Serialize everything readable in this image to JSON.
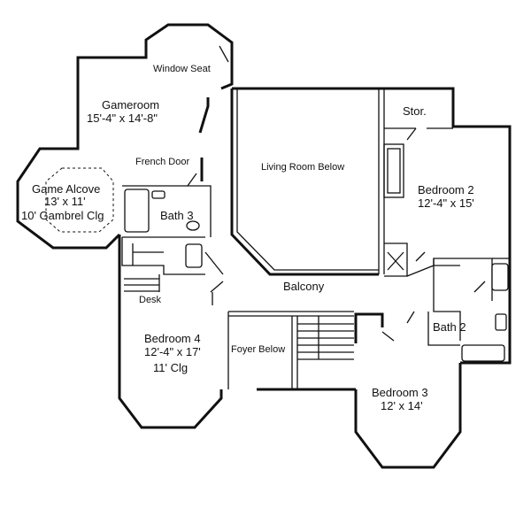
{
  "rooms": {
    "gameroom": {
      "name": "Gameroom",
      "size": "15'-4\" x 14'-8\""
    },
    "window_seat": "Window Seat",
    "game_alcove": {
      "name": "Game Alcove",
      "size": "13' x 11'",
      "note": "10' Gambrel Clg"
    },
    "french_door": "French Door",
    "living_room_below": "Living Room Below",
    "storage": "Stor.",
    "bedroom2": {
      "name": "Bedroom 2",
      "size": "12'-4\" x 15'"
    },
    "bath3": "Bath 3",
    "balcony": "Balcony",
    "desk": "Desk",
    "bedroom4": {
      "name": "Bedroom 4",
      "size": "12'-4\" x 17'",
      "note": "11' Clg"
    },
    "foyer_below": "Foyer Below",
    "bath2": "Bath 2",
    "bedroom3": {
      "name": "Bedroom 3",
      "size": "12' x 14'"
    }
  }
}
